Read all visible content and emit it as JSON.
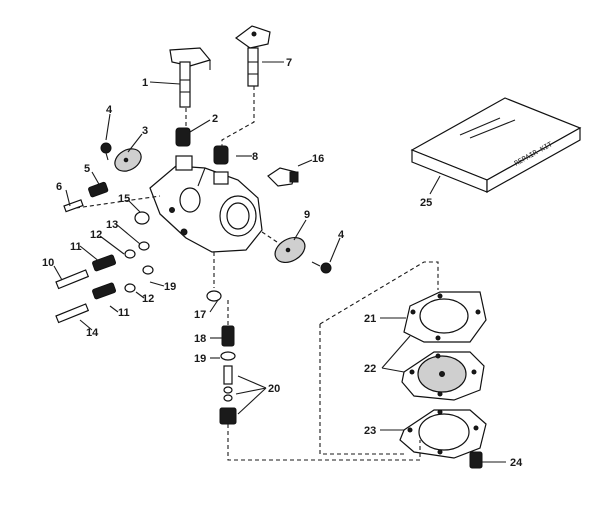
{
  "callouts": {
    "p1": "1",
    "p2": "2",
    "p3": "3",
    "p4a": "4",
    "p4b": "4",
    "p5": "5",
    "p6": "6",
    "p7": "7",
    "p8": "8",
    "p9": "9",
    "p10": "10",
    "p11a": "11",
    "p11b": "11",
    "p12a": "12",
    "p12b": "12",
    "p13": "13",
    "p14": "14",
    "p15": "15",
    "p16": "16",
    "p17": "17",
    "p18": "18",
    "p19a": "19",
    "p19b": "19",
    "p20": "20",
    "p21": "21",
    "p22": "22",
    "p23": "23",
    "p24": "24",
    "p25": "25"
  },
  "repair_kit": {
    "label": "REPAIR KIT"
  }
}
